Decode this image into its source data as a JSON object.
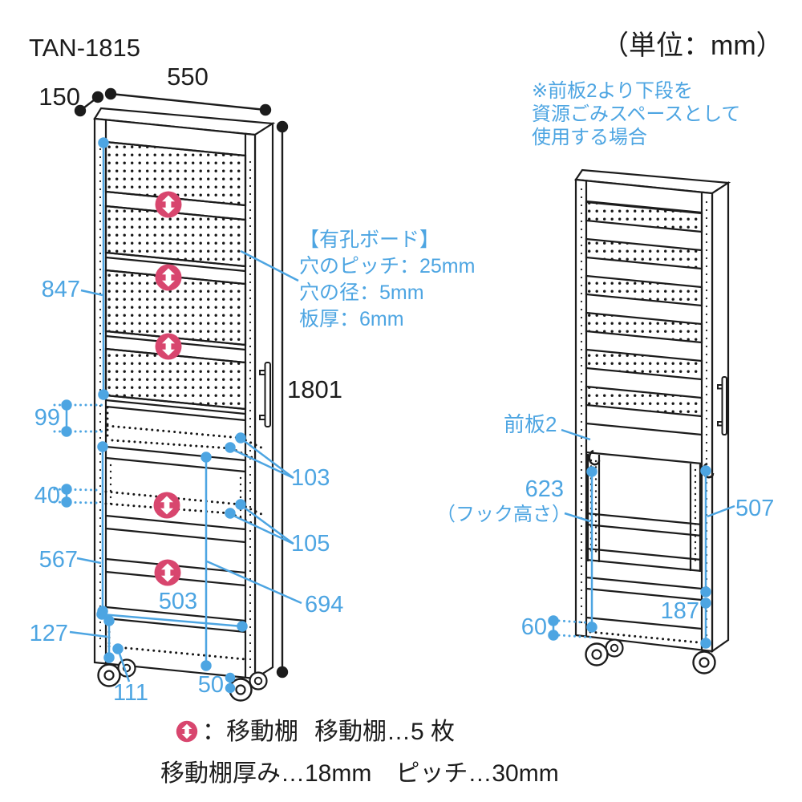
{
  "colors": {
    "blue": "#4da5e2",
    "pink": "#d8466e",
    "line": "#1c1c1c"
  },
  "header": {
    "model": "TAN-1815",
    "unit_label": "（単位：mm）"
  },
  "note": {
    "line1": "※前板2より下段を",
    "line2": "資源ごみスペースとして",
    "line3": "使用する場合"
  },
  "pegboard_callout": {
    "title": "【有孔ボード】",
    "hole_pitch": "穴のピッチ：25mm",
    "hole_diameter": "穴の径：5mm",
    "board_thickness": "板厚：6mm"
  },
  "left_diagram": {
    "width": "550",
    "depth": "150",
    "height": "1801",
    "pegboard_area_height": "847",
    "dim_99": "99",
    "dim_40": "40",
    "dim_567": "567",
    "dim_127": "127",
    "dim_111": "111",
    "dim_50": "50",
    "inner_width": "503",
    "dim_103": "103",
    "dim_105": "105",
    "inner_height": "694"
  },
  "right_diagram": {
    "front_board_label": "前板2",
    "hook_height": "623",
    "hook_height_caption": "（フック高さ）",
    "dim_507": "507",
    "dim_187": "187",
    "dim_60": "60"
  },
  "legend": {
    "icon_meaning": "：移動棚",
    "shelf_count": "移動棚…5 枚",
    "thickness_pitch": "移動棚厚み…18mm　ピッチ…30mm"
  }
}
